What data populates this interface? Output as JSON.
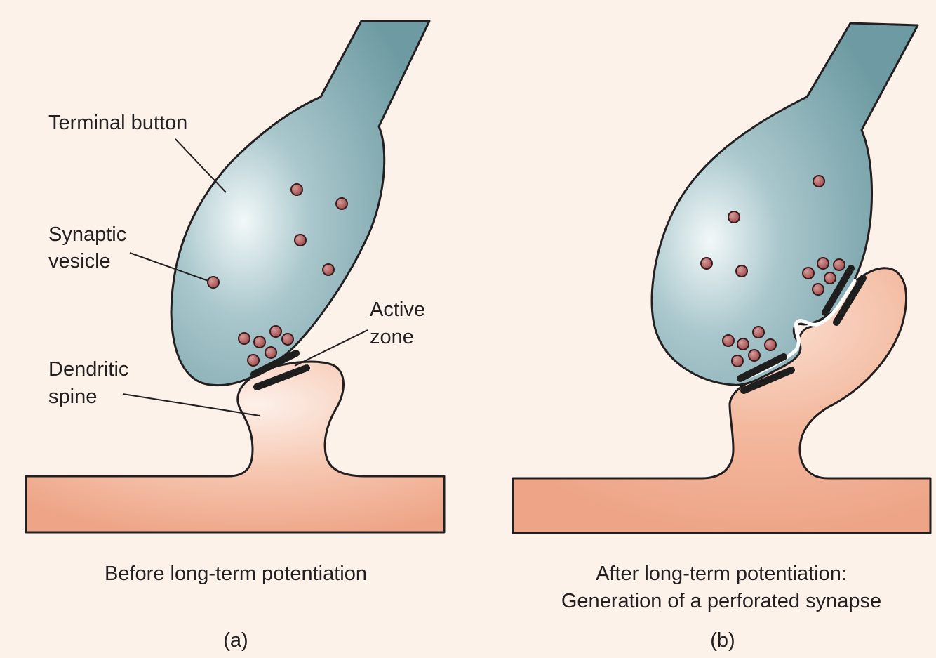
{
  "labels": {
    "terminal_button": "Terminal button",
    "synaptic_vesicle_line1": "Synaptic",
    "synaptic_vesicle_line2": "vesicle",
    "active_zone_line1": "Active",
    "active_zone_line2": "zone",
    "dendritic_spine_line1": "Dendritic",
    "dendritic_spine_line2": "spine"
  },
  "panel_a": {
    "caption": "Before long-term potentiation",
    "letter": "(a)"
  },
  "panel_b": {
    "caption_line1": "After long-term potentiation:",
    "caption_line2": "Generation of a perforated synapse",
    "letter": "(b)"
  },
  "colors": {
    "background": "#fdf2ea",
    "terminal": "#6e9ba3",
    "terminal_highlight": "#f2f8f9",
    "dendrite": "#eea587",
    "dendrite_highlight": "#fbe3d8",
    "vesicle": "#a8595a",
    "active_zone": "#1e1e1e",
    "outline": "#231f20"
  }
}
